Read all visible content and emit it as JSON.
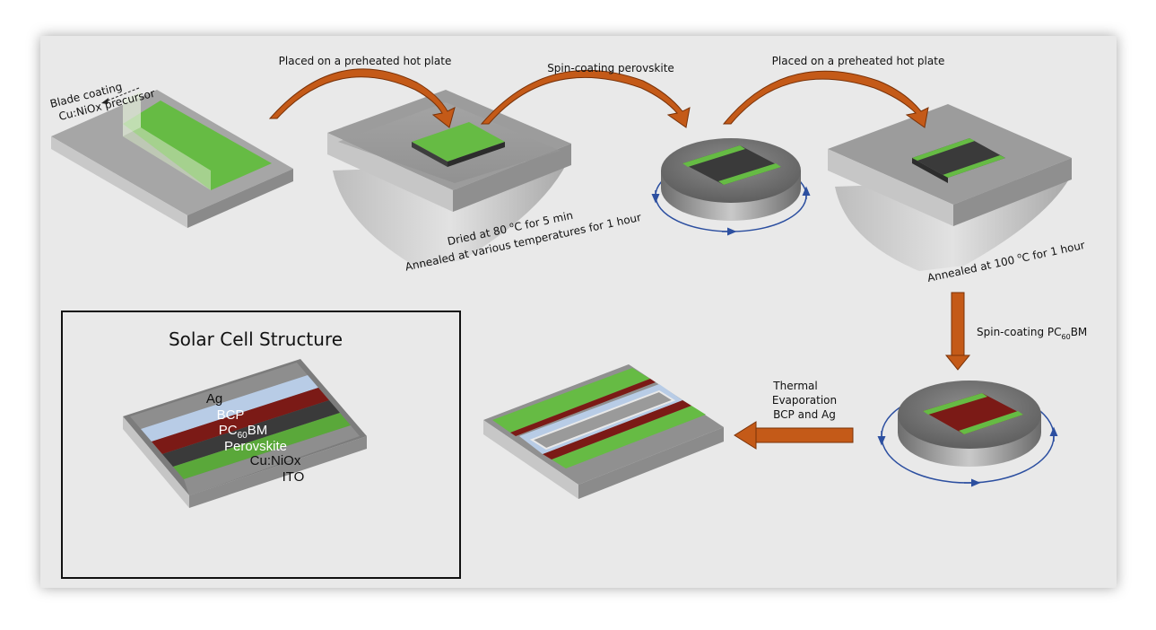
{
  "steps": {
    "blade": {
      "line1": "Blade coating",
      "line2": "Cu:NiOx precursor"
    },
    "hotplate1": {
      "label": "Placed on a preheated hot plate"
    },
    "dried": {
      "line1": "Dried at 80 ",
      "line1_sup": "o",
      "line1_end": "C for 5 min",
      "line2": "Annealed at various temperatures for 1 hour"
    },
    "spin1": {
      "label": "Spin-coating perovskite"
    },
    "hotplate2": {
      "label": "Placed on a preheated hot plate"
    },
    "anneal2": {
      "prefix": "Annealed at 100 ",
      "sup": "o",
      "suffix": "C for 1 hour"
    },
    "spin2": {
      "prefix": "Spin-coating PC",
      "sub": "60",
      "suffix": "BM"
    },
    "thermal": {
      "line1": "Thermal",
      "line2": "Evaporation",
      "line3": "BCP and Ag"
    }
  },
  "structure": {
    "title": "Solar Cell Structure",
    "layers": [
      {
        "name": "Ag",
        "color": "#8e8e8e",
        "text_color": "#111111"
      },
      {
        "name": "BCP",
        "color": "#b8cce6",
        "text_color": "#ffffff"
      },
      {
        "name_prefix": "PC",
        "name_sub": "60",
        "name_suffix": "BM",
        "color": "#7b1a16",
        "text_color": "#ffffff"
      },
      {
        "name": "Perovskite",
        "color": "#3a3a3a",
        "text_color": "#ffffff"
      },
      {
        "name": "Cu:NiOx",
        "color": "#5aa83a",
        "text_color": "#111111"
      },
      {
        "name": "ITO",
        "color": "#8e8e8e",
        "text_color": "#111111"
      }
    ]
  },
  "colors": {
    "arrow": "#c45a18",
    "arrow_dark": "#7a3208",
    "green": "#66bb44",
    "spin_ring": "#2c4fa0"
  }
}
